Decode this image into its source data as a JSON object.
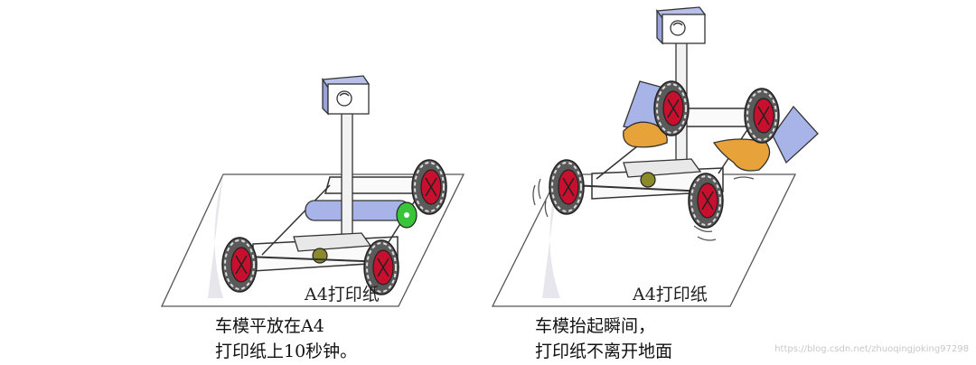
{
  "left_panel": {
    "paper_label": "A4打印纸",
    "caption_lines": [
      "车模平放在A4",
      "打印纸上10秒钟。"
    ]
  },
  "right_panel": {
    "paper_label": "A4打印纸",
    "caption_lines": [
      "车模抬起瞬间，",
      "打印纸不离开地面"
    ]
  },
  "watermark": "https://blog.csdn.net/zhuoqingjoking97298",
  "colors": {
    "wheel_tyre": "#4a4a4a",
    "wheel_hub": "#c8102e",
    "hand": "#e8a23a",
    "sleeve": "#a8b4e8",
    "bearing": "#8a8a2a",
    "green_wheel": "#3ac43a"
  }
}
